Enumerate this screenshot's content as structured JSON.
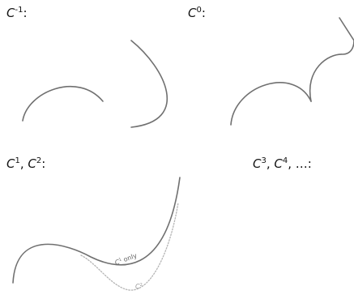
{
  "panels": [
    {
      "id": "c-minus-1",
      "letter": "C",
      "sup": "-1",
      "suffix": ":"
    },
    {
      "id": "c-0",
      "letter": "C",
      "sup": "0",
      "suffix": ":"
    },
    {
      "id": "c1-c2",
      "letter_a": "C",
      "sup_a": "1",
      "sep": ", ",
      "letter_b": "C",
      "sup_b": "2",
      "suffix": ":",
      "annotations": {
        "c1_only": {
          "letter": "C",
          "sup": "1",
          "text": " only"
        },
        "c2": {
          "letter": "C",
          "sup": "2"
        }
      }
    },
    {
      "id": "c3-c4",
      "letter_a": "C",
      "sup_a": "3",
      "sep": ", ",
      "letter_b": "C",
      "sup_b": "4",
      "suffix": ", …:"
    }
  ],
  "colors": {
    "curve": "#707070",
    "curve_light": "#b4b4b4",
    "text": "#111111"
  }
}
